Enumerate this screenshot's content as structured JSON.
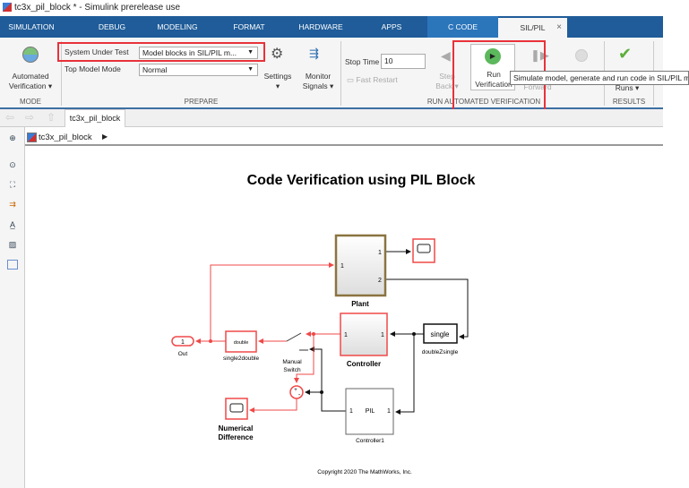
{
  "window": {
    "title": "tc3x_pil_block * - Simulink prerelease use"
  },
  "tabs": [
    "SIMULATION",
    "DEBUG",
    "MODELING",
    "FORMAT",
    "HARDWARE",
    "APPS",
    "C CODE",
    "SIL/PIL"
  ],
  "tab_close": "×",
  "ribbon": {
    "mode": {
      "automated_verification": "Automated",
      "automated_verification2": "Verification ▾",
      "group": "MODE"
    },
    "prepare": {
      "sut_label": "System Under Test",
      "sut_value": "Model blocks in SIL/PIL m...",
      "tmm_label": "Top Model Mode",
      "tmm_value": "Normal",
      "settings": "Settings",
      "settings_arrow": "▾",
      "monitor": "Monitor",
      "monitor2": "Signals ▾",
      "group": "PREPARE"
    },
    "run": {
      "stop_time_label": "Stop Time",
      "stop_time": "10",
      "fast_restart": "Fast Restart",
      "step_back": "Step",
      "step_back2": "Back ▾",
      "run": "Run",
      "run2": "Verification",
      "step_fwd": "Forward",
      "group": "RUN AUTOMATED VERIFICATION"
    },
    "results": {
      "runs": "Runs ▾",
      "group": "RESULTS"
    },
    "tooltip": "Simulate model, generate and run code in SIL/PIL mode"
  },
  "nav": {
    "model_tab": "tc3x_pil_block"
  },
  "breadcrumb": {
    "model": "tc3x_pil_block",
    "arrow": "▶"
  },
  "diagram": {
    "title": "Code Verification using PIL Block",
    "plant": "Plant",
    "plant_in": "1",
    "plant_out1": "1",
    "plant_out2": "2",
    "controller": "Controller",
    "ctrl_in": "1",
    "ctrl_out": "1",
    "d2s_text": "single",
    "d2s_label": "doubleZsingle",
    "s2d_text": "double",
    "s2d_label": "single2double",
    "out_port": "1",
    "out_label": "Out",
    "switch_label1": "Manual",
    "switch_label2": "Switch",
    "sum_plus": "+",
    "sum_minus": "-",
    "numdiff1": "Numerical",
    "numdiff2": "Difference",
    "pil_text": "PIL",
    "pil_in": "1",
    "pil_out": "1",
    "pil_label": "Controller1",
    "copyright": "Copyright 2020 The MathWorks, Inc."
  }
}
